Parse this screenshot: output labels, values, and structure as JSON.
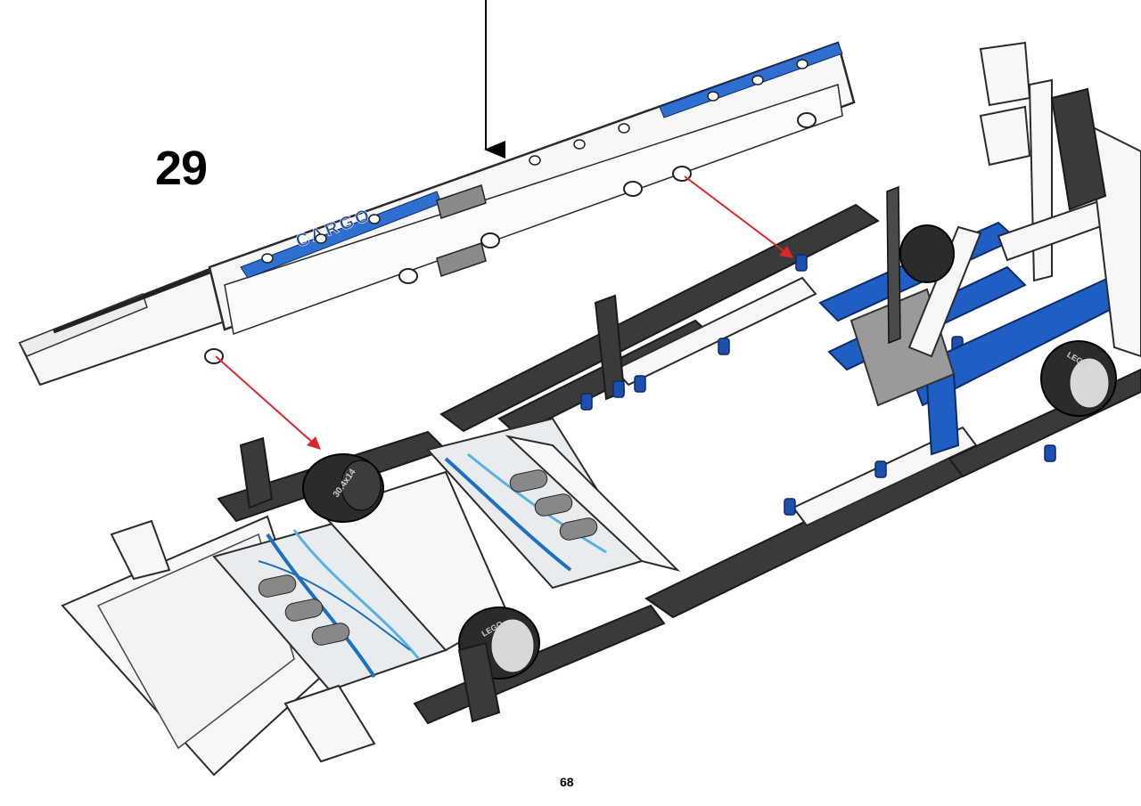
{
  "step": {
    "number": "29"
  },
  "page": {
    "number": "68"
  },
  "decal": {
    "text": "CARGO"
  },
  "tires": [
    {
      "text": "30.4x14"
    },
    {
      "text": "LEGO"
    },
    {
      "text": "LEGO"
    }
  ],
  "colors": {
    "beam_white": "#f7f7f7",
    "beam_outline": "#2a2a2a",
    "beam_dark": "#3a3a3a",
    "beam_blue": "#1f5fc4",
    "pin_blue": "#1d4fb0",
    "decal_blue": "#2f6fd0",
    "swoosh_light": "#5ab0e0",
    "arrow_red": "#d9262b",
    "arrow_black": "#000000"
  }
}
